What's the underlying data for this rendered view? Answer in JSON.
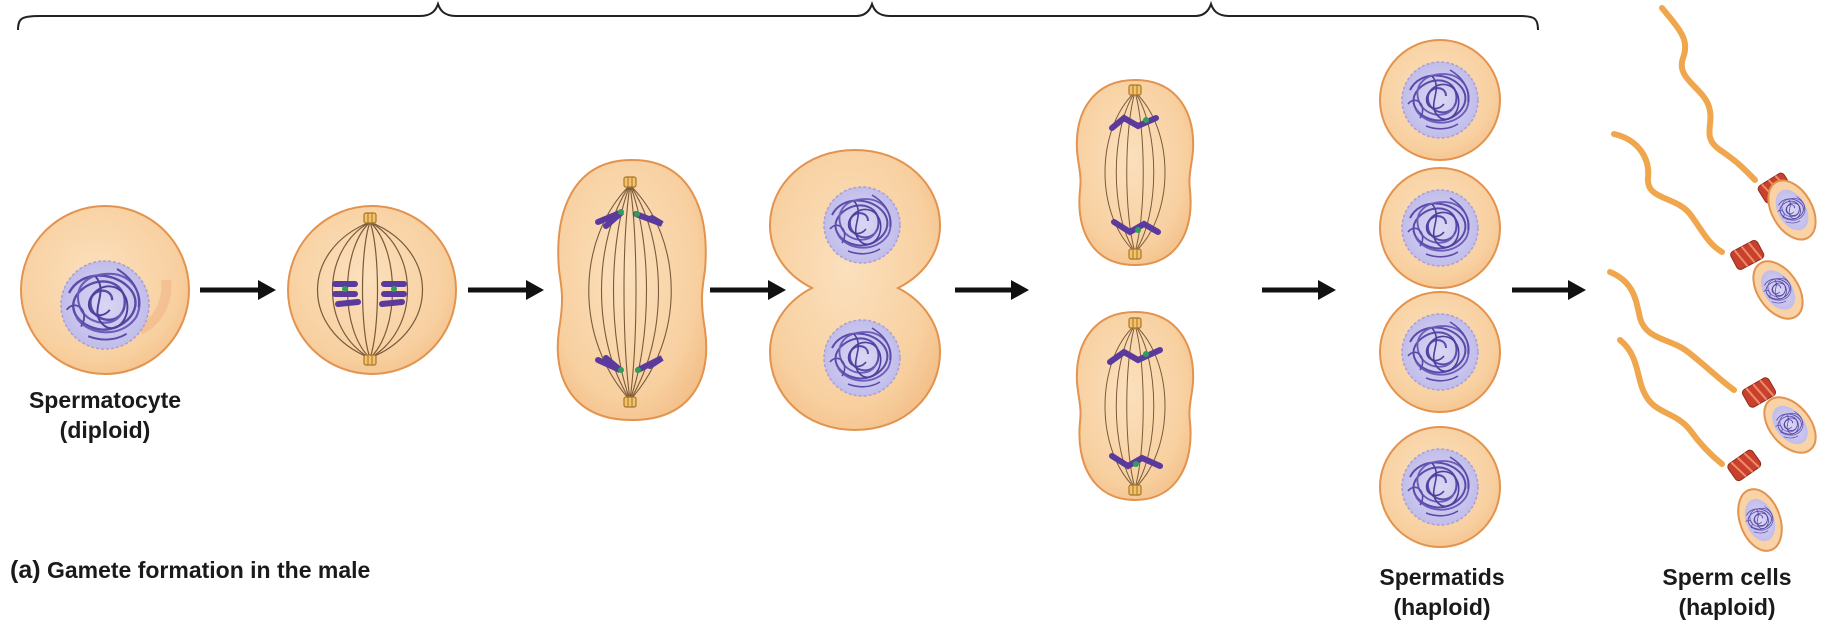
{
  "labels": {
    "spermatocyte_line1": "Spermatocyte",
    "spermatocyte_line2": "(diploid)",
    "spermatids_line1": "Spermatids",
    "spermatids_line2": "(haploid)",
    "sperm_line1": "Sperm cells",
    "sperm_line2": "(haploid)"
  },
  "caption": {
    "part": "(a)",
    "text": "Gamete formation in the male"
  },
  "colors": {
    "cytoplasm": "#f9d3a5",
    "membrane": "#e3934e",
    "nucleus": "#c9c6ec",
    "chromatin": "#5a4ba8",
    "chromosome": "#5b3a9e",
    "centromere": "#2f9e5a",
    "spindle": "#7a5a3a",
    "centrosome": "#f2c36a",
    "midpiece": "#c8412c",
    "arrow": "#111111",
    "bracket": "#222222"
  }
}
